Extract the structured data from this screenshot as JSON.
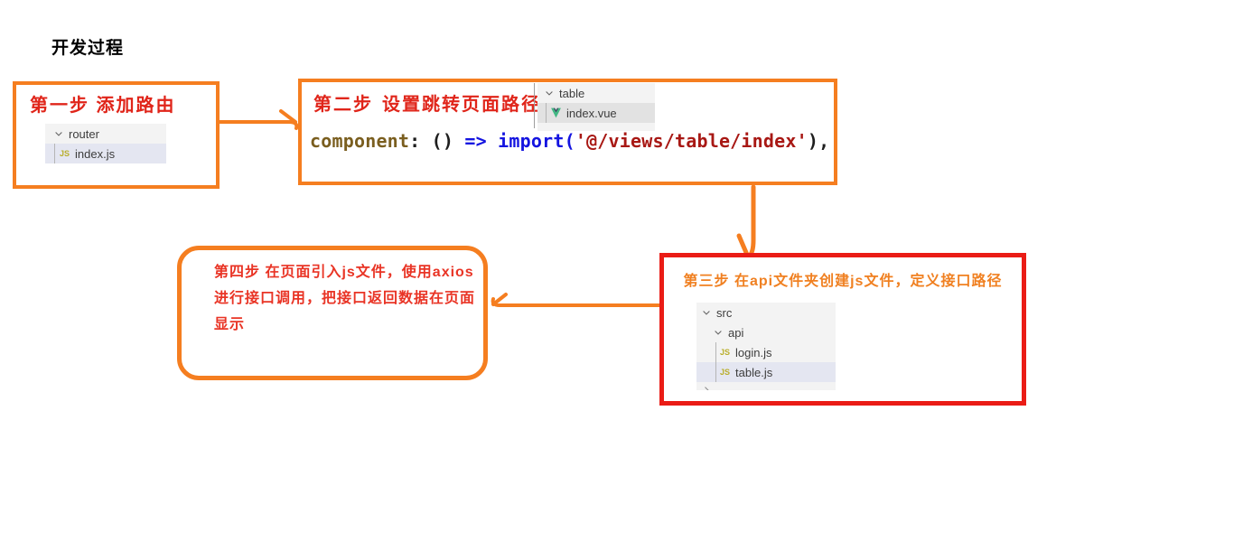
{
  "page": {
    "title": "开发过程"
  },
  "colors": {
    "accent_orange": "#F57E20",
    "accent_red_border": "#EA1C16",
    "red_text": "#E0251A",
    "red_text_light": "#E93425",
    "orange_text": "#F08021",
    "tree_background": "#F3F3F3",
    "tree_selected_blue": "#E4E6F1",
    "tree_selected_gray": "#E2E2E2",
    "js_icon_color": "#B9AE2B",
    "vue_icon_color": "#41B883",
    "code_property": "#7A5E1F",
    "code_keyword_blue": "#1414E0",
    "code_string_red": "#A81814"
  },
  "icons": {
    "js_badge": "JS"
  },
  "step1": {
    "title": "第一步 添加路由",
    "tree": [
      {
        "icon": "chevron-down",
        "label": "router",
        "selected": false
      },
      {
        "icon": "js-file",
        "label": "index.js",
        "selected": true
      }
    ]
  },
  "step2": {
    "step_label": "第二步",
    "title": "设置跳转页面路径",
    "tree": [
      {
        "icon": "chevron-down",
        "label": "table",
        "selected": false
      },
      {
        "icon": "vue-file",
        "label": "index.vue",
        "selected": true
      }
    ],
    "code": {
      "segments": [
        {
          "text": "component",
          "token": "property"
        },
        {
          "text": ": () ",
          "token": "plain"
        },
        {
          "text": "=> ",
          "token": "keyword"
        },
        {
          "text": "import(",
          "token": "keyword"
        },
        {
          "text": "'@/views/table/index'",
          "token": "string"
        },
        {
          "text": "),",
          "token": "plain"
        }
      ]
    }
  },
  "step3": {
    "title": "第三步 在api文件夹创建js文件，定义接口路径",
    "tree": [
      {
        "icon": "chevron-down",
        "label": "src",
        "indent": 0,
        "selected": false
      },
      {
        "icon": "chevron-down",
        "label": "api",
        "indent": 1,
        "selected": false
      },
      {
        "icon": "js-file",
        "label": "login.js",
        "indent": 2,
        "selected": false
      },
      {
        "icon": "js-file",
        "label": "table.js",
        "indent": 2,
        "selected": true
      }
    ]
  },
  "step4": {
    "lines": [
      "第四步 在页面引入js文件，使用axios",
      "进行接口调用，把接口返回数据在页面",
      "显示"
    ]
  }
}
